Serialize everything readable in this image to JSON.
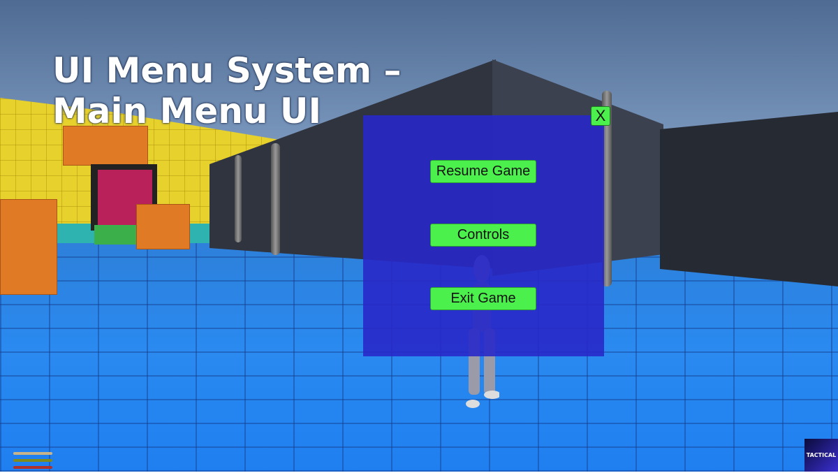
{
  "overlay_title": {
    "line1": "UI Menu System –",
    "line2": "Main Menu UI"
  },
  "menu": {
    "close_label": "X",
    "buttons": [
      {
        "label": "Resume Game"
      },
      {
        "label": "Controls"
      },
      {
        "label": "Exit Game"
      }
    ]
  },
  "hud": {
    "bars": [
      {
        "name": "bar-1",
        "color": "#c9b48a",
        "fill": 1.0
      },
      {
        "name": "bar-2",
        "color": "#7f8a1c",
        "fill": 1.0
      },
      {
        "name": "bar-3",
        "color": "#b0302a",
        "fill": 1.0
      }
    ]
  },
  "logo": {
    "text": "TACTICAL"
  },
  "colors": {
    "panel": "#2828c8",
    "button": "#4cf04c",
    "floor": "#2a8af0"
  }
}
